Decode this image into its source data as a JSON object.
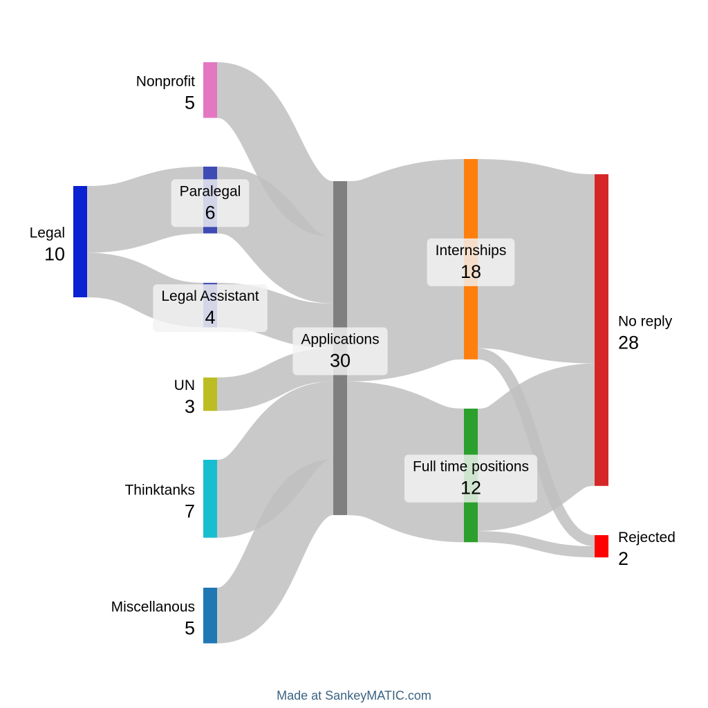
{
  "nodes": [
    {
      "id": "legal",
      "name": "Legal",
      "value": 10,
      "color": "#0a22d1"
    },
    {
      "id": "nonprofit",
      "name": "Nonprofit",
      "value": 5,
      "color": "#e377c2"
    },
    {
      "id": "paralegal",
      "name": "Paralegal",
      "value": 6,
      "color": "#3f4bb4"
    },
    {
      "id": "legal_assistant",
      "name": "Legal Assistant",
      "value": 4,
      "color": "#4a54b8"
    },
    {
      "id": "un",
      "name": "UN",
      "value": 3,
      "color": "#bcbd22"
    },
    {
      "id": "thinktanks",
      "name": "Thinktanks",
      "value": 7,
      "color": "#17becf"
    },
    {
      "id": "misc",
      "name": "Miscellanous",
      "value": 5,
      "color": "#1f77b4"
    },
    {
      "id": "applications",
      "name": "Applications",
      "value": 30,
      "color": "#7f7f7f"
    },
    {
      "id": "internships",
      "name": "Internships",
      "value": 18,
      "color": "#ff7f0e"
    },
    {
      "id": "fulltime",
      "name": "Full time positions",
      "value": 12,
      "color": "#2ca02c"
    },
    {
      "id": "noreply",
      "name": "No reply",
      "value": 28,
      "color": "#d62728"
    },
    {
      "id": "rejected",
      "name": "Rejected",
      "value": 2,
      "color": "#ff0000"
    }
  ],
  "flows": [
    {
      "from": "legal",
      "to": "paralegal",
      "value": 6
    },
    {
      "from": "legal",
      "to": "legal_assistant",
      "value": 4
    },
    {
      "from": "nonprofit",
      "to": "applications",
      "value": 5
    },
    {
      "from": "paralegal",
      "to": "applications",
      "value": 6
    },
    {
      "from": "legal_assistant",
      "to": "applications",
      "value": 4
    },
    {
      "from": "un",
      "to": "applications",
      "value": 3
    },
    {
      "from": "thinktanks",
      "to": "applications",
      "value": 7
    },
    {
      "from": "misc",
      "to": "applications",
      "value": 5
    },
    {
      "from": "applications",
      "to": "internships",
      "value": 18
    },
    {
      "from": "applications",
      "to": "fulltime",
      "value": 12
    },
    {
      "from": "internships",
      "to": "noreply",
      "value": 17
    },
    {
      "from": "internships",
      "to": "rejected",
      "value": 1
    },
    {
      "from": "fulltime",
      "to": "noreply",
      "value": 11
    },
    {
      "from": "fulltime",
      "to": "rejected",
      "value": 1
    }
  ],
  "credit": "Made at SankeyMATIC.com"
}
